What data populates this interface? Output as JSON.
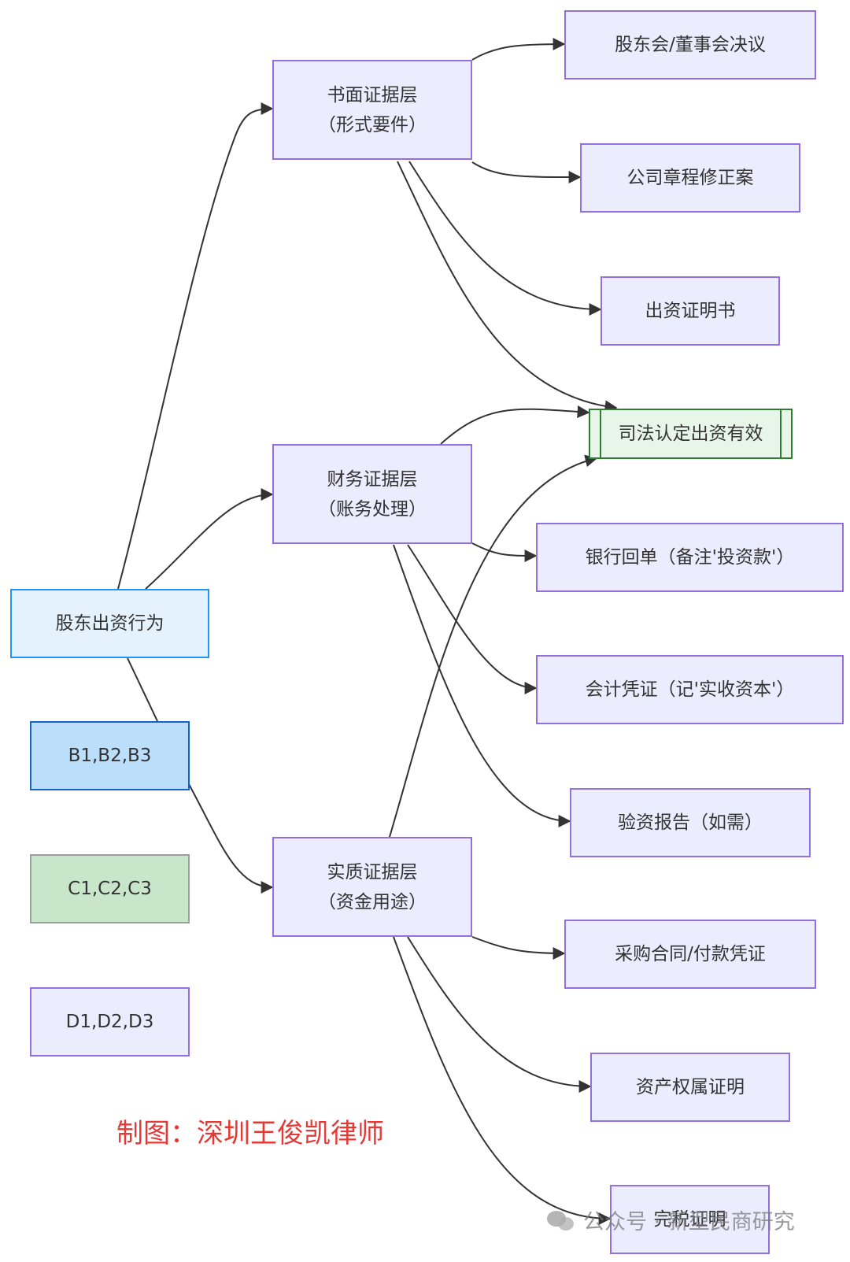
{
  "diagram": {
    "root": "股东出资行为",
    "layers": {
      "written": "书面证据层\n（形式要件）",
      "financial": "财务证据层\n（账务处理）",
      "substantive": "实质证据层\n（资金用途）"
    },
    "group_labels": {
      "b": "B1,B2,B3",
      "c": "C1,C2,C3",
      "d": "D1,D2,D3"
    },
    "written_items": [
      "股东会/董事会决议",
      "公司章程修正案",
      "出资证明书"
    ],
    "result": "司法认定出资有效",
    "financial_items": [
      "银行回单（备注'投资款'）",
      "会计凭证（记'实收资本'）",
      "验资报告（如需）"
    ],
    "substantive_items": [
      "采购合同/付款凭证",
      "资产权属证明",
      "完税证明"
    ],
    "colors": {
      "node_fill": "#ececff",
      "node_border": "#9370db",
      "root_fill": "#e3f2fd",
      "root_border": "#2196f3",
      "b_fill": "#bbdefb",
      "c_fill": "#c8e6c9",
      "result_fill": "#e8f5e9",
      "result_border": "#2e7d32"
    }
  },
  "credit": "制图：深圳王俊凯律师",
  "watermark": "公众号 · 新型民商研究"
}
